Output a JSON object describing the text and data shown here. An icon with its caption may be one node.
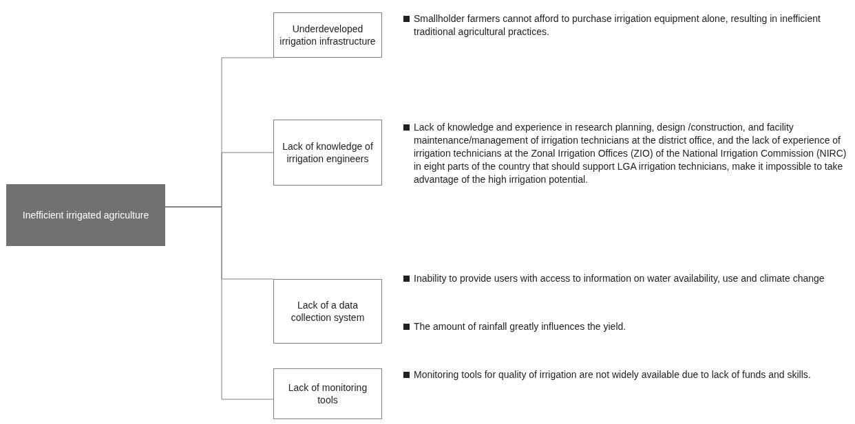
{
  "diagram": {
    "nodes": [
      {
        "text": [
          "Inefficient irrigated agriculture"
        ]
      },
      {
        "text": [
          "Underdeveloped irrigation infrastructure"
        ],
        "beside": [
          "Smallholder farmers cannot afford to purchase irrigation equipment alone, resulting in inefficient traditional agricultural practices."
        ]
      },
      {
        "text": [
          "Lack of knowledge of irrigation engineers"
        ],
        "beside": [
          "Lack of knowledge and experience in research planning, design /construction, and facility maintenance/management of irrigation technicians at the district office, and the lack of experience of irrigation technicians at the Zonal Irrigation Offices (ZIO) of the National Irrigation Commission (NIRC) in eight parts of the country that should support LGA irrigation technicians, make it impossible to take advantage of the high irrigation potential."
        ]
      },
      {
        "text": [
          "Lack of a data collection system"
        ],
        "beside": [
          "Inability to provide users with access to information on water availability, use and climate change",
          "The amount of rainfall greatly influences the yield."
        ]
      },
      {
        "text": [
          "Lack of monitoring tools"
        ],
        "beside": [
          "Monitoring tools for quality of irrigation are not widely available due to lack of funds and skills."
        ]
      }
    ],
    "edges": [
      {
        "from": 0,
        "to": 1,
        "arrow": "none"
      },
      {
        "from": 0,
        "to": 2,
        "arrow": "none"
      },
      {
        "from": 0,
        "to": 3,
        "arrow": "none"
      },
      {
        "from": 0,
        "to": 4,
        "arrow": "none"
      }
    ]
  }
}
